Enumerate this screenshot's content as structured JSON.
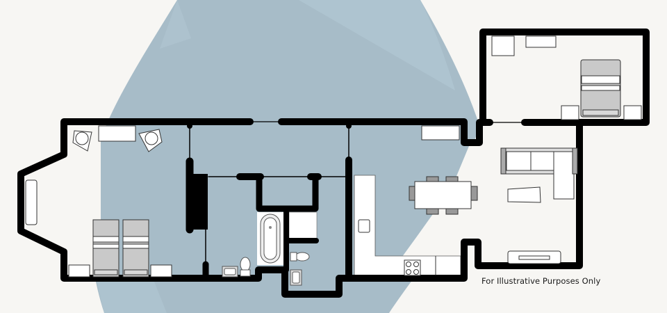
{
  "caption": "For Illustrative Purposes Only",
  "colors": {
    "background": "#f7f6f3",
    "blob": "#a7bcc8",
    "blob_light": "#aec4d0",
    "wall": "#000000",
    "floor_white": "#ffffff",
    "bed_grey": "#c9c9c9"
  },
  "rooms": [
    {
      "name": "bedroom-1",
      "furniture": [
        "twin-bed",
        "twin-bed",
        "armchair",
        "armchair",
        "dresser",
        "bay-window-seat",
        "bedside-table",
        "bedside-table"
      ]
    },
    {
      "name": "hallway"
    },
    {
      "name": "bathroom",
      "furniture": [
        "bathtub",
        "toilet",
        "washbasin"
      ]
    },
    {
      "name": "wc",
      "furniture": [
        "toilet",
        "washbasin",
        "cupboard"
      ]
    },
    {
      "name": "kitchen",
      "furniture": [
        "counter",
        "hob",
        "sink"
      ]
    },
    {
      "name": "dining",
      "furniture": [
        "dining-table",
        "chair",
        "chair",
        "chair",
        "chair",
        "chair",
        "chair",
        "sideboard"
      ]
    },
    {
      "name": "living-room",
      "furniture": [
        "corner-sofa",
        "coffee-table",
        "tv-unit"
      ]
    },
    {
      "name": "bedroom-2",
      "furniture": [
        "double-bed",
        "bedside-table",
        "bedside-table",
        "wardrobe",
        "desk"
      ]
    }
  ]
}
